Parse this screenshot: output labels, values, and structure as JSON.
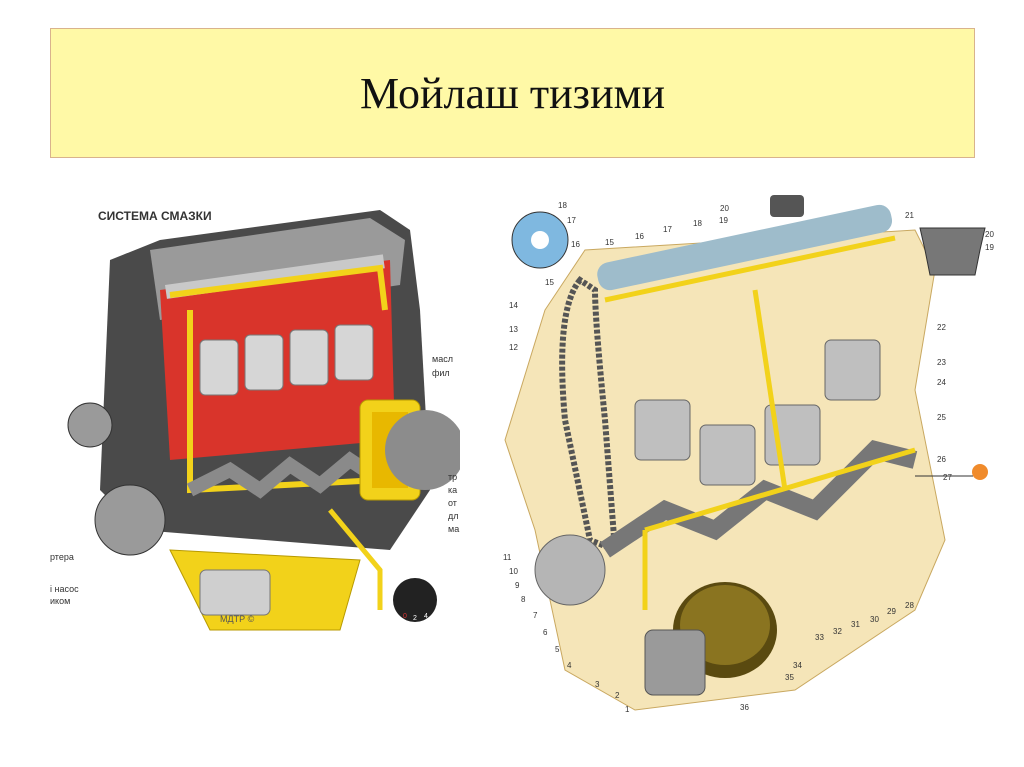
{
  "slide": {
    "title": "Мойлаш тизими"
  },
  "left_diagram": {
    "heading": "СИСТЕМА СМАЗКИ",
    "partial_labels": [
      "масл",
      "фил",
      "тр",
      "ка",
      "от",
      "дл",
      "ма",
      "ртера",
      "і насос",
      "иком"
    ],
    "watermark": "МДТР ©",
    "gauge_ticks": [
      "0",
      "2",
      "4"
    ]
  },
  "right_diagram": {
    "callouts": [
      "1",
      "2",
      "3",
      "4",
      "5",
      "6",
      "7",
      "8",
      "9",
      "10",
      "11",
      "12",
      "13",
      "14",
      "15",
      "16",
      "17",
      "18",
      "19",
      "20",
      "21",
      "22",
      "23",
      "24",
      "25",
      "26",
      "27",
      "28",
      "29",
      "30",
      "31",
      "32",
      "33",
      "34",
      "35",
      "36"
    ],
    "inset_labels": [
      "18",
      "17",
      "16",
      "15",
      "20",
      "19"
    ]
  },
  "colors": {
    "title_bg": "#fff9a6",
    "oil": "#f2d21a",
    "engine_cut": "#d9342b",
    "engine_body": "#f5e5b8"
  }
}
